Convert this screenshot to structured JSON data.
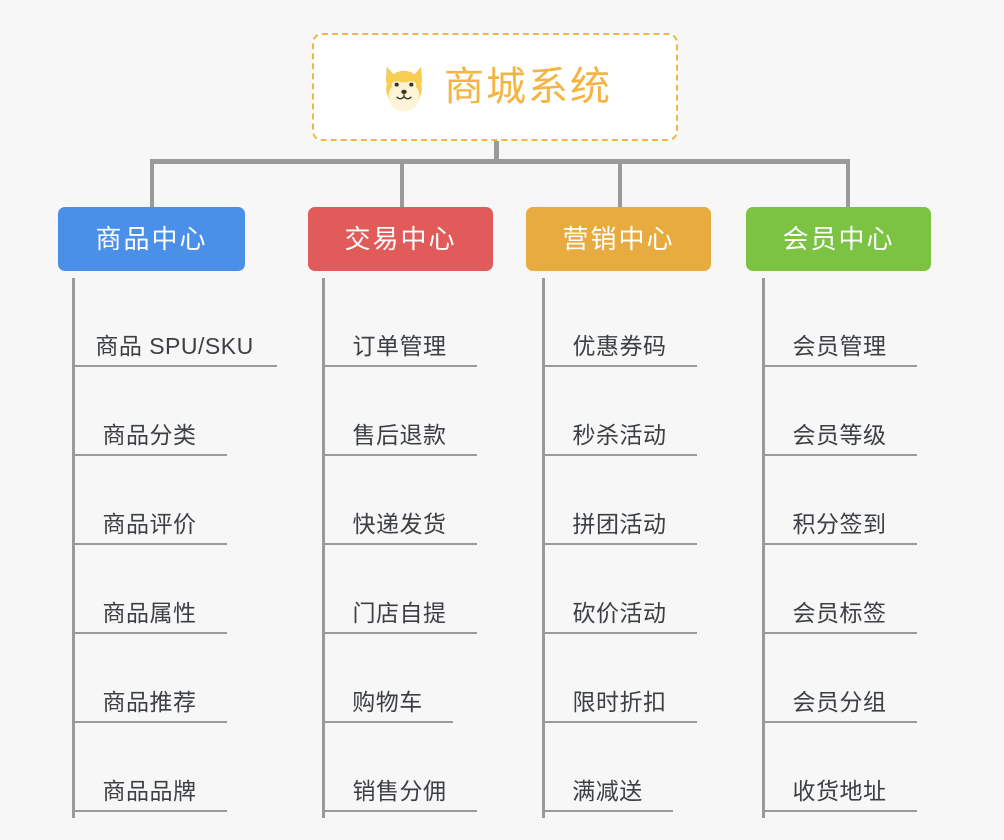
{
  "root": {
    "title": "商城系统",
    "icon": "shiba-dog-icon",
    "border_color": "#f0b646",
    "text_color": "#f2b544",
    "background": "#ffffff"
  },
  "canvas": {
    "background": "#f7f7f7",
    "connector_color": "#9a9a9a"
  },
  "columns": [
    {
      "title": "商品中心",
      "color": "#4a90e8",
      "items": [
        "商品 SPU/SKU",
        "商品分类",
        "商品评价",
        "商品属性",
        "商品推荐",
        "商品品牌"
      ]
    },
    {
      "title": "交易中心",
      "color": "#e15b5b",
      "items": [
        "订单管理",
        "售后退款",
        "快递发货",
        "门店自提",
        "购物车",
        "销售分佣"
      ]
    },
    {
      "title": "营销中心",
      "color": "#e8ab3f",
      "items": [
        "优惠券码",
        "秒杀活动",
        "拼团活动",
        "砍价活动",
        "限时折扣",
        "满减送"
      ]
    },
    {
      "title": "会员中心",
      "color": "#7cc344",
      "items": [
        "会员管理",
        "会员等级",
        "积分签到",
        "会员标签",
        "会员分组",
        "收货地址"
      ]
    }
  ]
}
